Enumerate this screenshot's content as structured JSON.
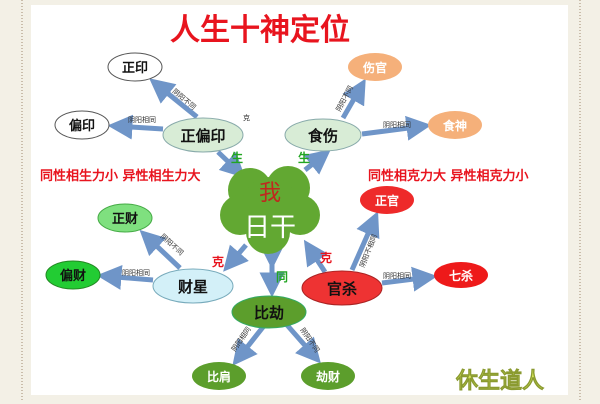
{
  "title": "人生十神定位",
  "center": {
    "line1": "我",
    "line2": "日干"
  },
  "notes": {
    "left": "同性相生力小  异性相生力大",
    "right": "同性相克力大  异性相克力小"
  },
  "relations": {
    "sheng_left": "生",
    "sheng_right": "生",
    "ke_top": "克",
    "ke_left": "克",
    "ke_right": "克",
    "tong": "同"
  },
  "edge_labels": {
    "diff": "阴阳不同",
    "same": "阴阳相同",
    "diff2": "阴阳不相同"
  },
  "nodes": {
    "zhengpianyin": "正偏印",
    "zhengyin": "正印",
    "pianyin": "偏印",
    "shishang": "食伤",
    "shangguan": "伤官",
    "shishen": "食神",
    "caixing": "财星",
    "zhengcai": "正财",
    "piancai": "偏财",
    "guansha": "官杀",
    "zhengguan": "正官",
    "qisha": "七杀",
    "bijie": "比劫",
    "bijian": "比肩",
    "jiecai": "劫财"
  },
  "watermark": "休生道人",
  "colors": {
    "title": "#e8141e",
    "arrow": "#6f95c8",
    "green": "#5c9e2c",
    "red": "#ee2a2a",
    "orange": "#f5b07a"
  }
}
